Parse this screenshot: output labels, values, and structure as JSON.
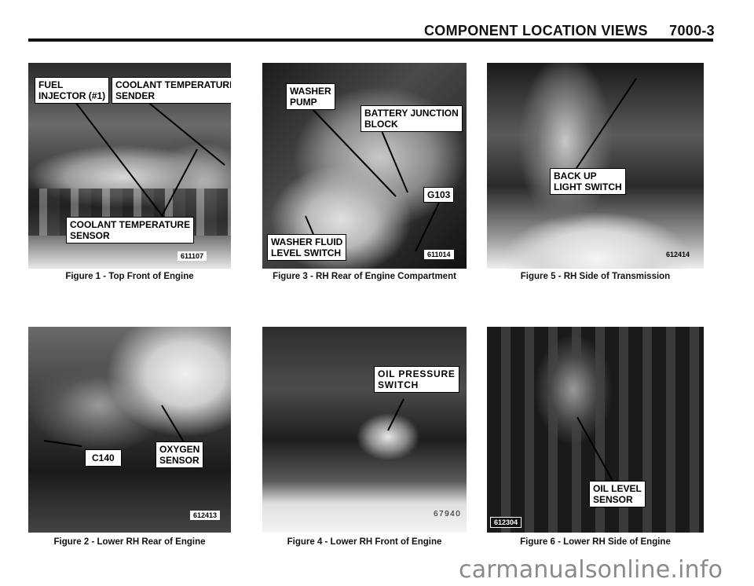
{
  "header": {
    "title": "COMPONENT LOCATION VIEWS",
    "page_number": "7000-3"
  },
  "figures": [
    {
      "caption": "Figure 1 - Top Front of Engine",
      "code": "611107",
      "labels": {
        "fuel_injector": [
          "FUEL",
          "INJECTOR (#1)"
        ],
        "coolant_temp_sender": [
          "COOLANT TEMPERATURE",
          "SENDER"
        ],
        "coolant_temp_sensor": [
          "COOLANT TEMPERATURE",
          "SENSOR"
        ]
      }
    },
    {
      "caption": "Figure 2 - Lower RH Rear of Engine",
      "code": "612413",
      "labels": {
        "c140": "C140",
        "oxygen_sensor": [
          "OXYGEN",
          "SENSOR"
        ]
      }
    },
    {
      "caption": "Figure 3 - RH Rear of Engine Compartment",
      "code": "611014",
      "labels": {
        "washer_pump": [
          "WASHER",
          "PUMP"
        ],
        "battery_junction_block": [
          "BATTERY JUNCTION",
          "BLOCK"
        ],
        "g103": "G103",
        "washer_fluid_level_switch": [
          "WASHER FLUID",
          "LEVEL SWITCH"
        ]
      }
    },
    {
      "caption": "Figure 4 - Lower RH Front of Engine",
      "code": "67940",
      "labels": {
        "oil_pressure_switch": [
          "OIL PRESSURE",
          "SWITCH"
        ]
      }
    },
    {
      "caption": "Figure 5 - RH Side of Transmission",
      "code": "612414",
      "labels": {
        "backup_light_switch": [
          "BACK UP",
          "LIGHT SWITCH"
        ]
      }
    },
    {
      "caption": "Figure 6 - Lower RH Side of Engine",
      "code": "612304",
      "labels": {
        "oil_level_sensor": [
          "OIL LEVEL",
          "SENSOR"
        ]
      }
    }
  ],
  "watermark": "carmanualsonline.info"
}
